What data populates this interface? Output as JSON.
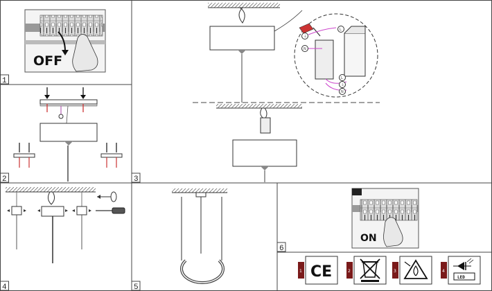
{
  "panels": [
    {
      "number": "1",
      "switch_text": "OFF"
    },
    {
      "number": "2"
    },
    {
      "number": "3"
    },
    {
      "number": "4"
    },
    {
      "number": "5"
    },
    {
      "number": "6",
      "switch_text": "ON"
    }
  ],
  "terminal_labels": [
    "L",
    "⏚",
    "N"
  ],
  "symbols": [
    {
      "index": "1",
      "text": "CE"
    },
    {
      "index": "2",
      "icon": "weee-crossed-bin-icon"
    },
    {
      "index": "3",
      "icon": "triangle-flame-icon"
    },
    {
      "index": "4",
      "text": "LED"
    }
  ]
}
